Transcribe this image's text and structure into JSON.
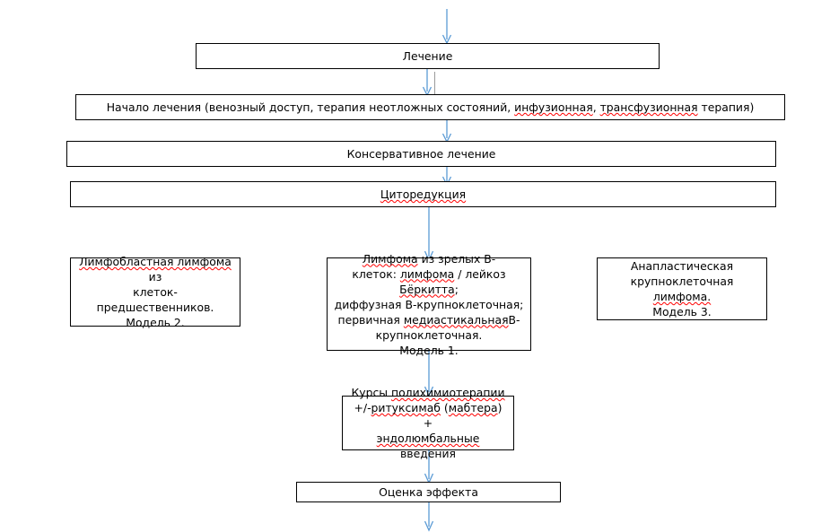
{
  "document": {
    "type": "flowchart",
    "language": "ru",
    "title_implicit": "Лечение — схема маршрутизации",
    "connector_color": "#5b9bd5",
    "box_border_color": "#000000",
    "spellcheck_underline_color": "#ff0000",
    "background": "#ffffff"
  },
  "nodes": {
    "treatment": {
      "label": "Лечение"
    },
    "start_treatment": {
      "prefix": "Начало лечения (венозный доступ, терапия неотложных состояний, ",
      "misspelled_1": "инфузионная",
      "middle": ", ",
      "misspelled_2": "трансфузионная",
      "suffix": " терапия)"
    },
    "conservative": {
      "label": "Консервативное лечение"
    },
    "cytoreduction": {
      "label": "Циторедукция"
    },
    "lymphoblastic": {
      "line1_misspelled": "Лимфобластная лимфома",
      "line1_rest": " из",
      "line2": "клеток-предшественников.",
      "line3": "Модель 2."
    },
    "mature_b": {
      "l1_misspelled": "Лимфома",
      "l1_rest": " из зрелых В-",
      "l2_pre": "клеток: ",
      "l2_m1": "лимфома",
      "l2_mid": " / лейкоз ",
      "l2_m2": "Бёркитта",
      "l2_post": ";",
      "l3": "диффузная В-крупноклеточная;",
      "l4_pre": "первичная ",
      "l4_m": "медиастикальная",
      "l4_post": "В-",
      "l5": "крупноклеточная.",
      "l6": "Модель 1."
    },
    "anaplastic": {
      "line1": "Анапластическая",
      "line2_pre": "крупноклеточная ",
      "line2_misspelled": "лимфома.",
      "line3": "Модель 3."
    },
    "chemotherapy": {
      "l1_pre": "Курсы ",
      "l1_m": "полихимиотерапии",
      "l2_pre": "+/-",
      "l2_m1": "ритуксимаб",
      "l2_mid": " (",
      "l2_m2": "мабтера",
      "l2_post": ") +",
      "l3_m": "эндолюмбальные",
      "l3_post": " введения"
    },
    "effect_evaluation": {
      "label": "Оценка эффекта"
    }
  },
  "connectors": [
    {
      "name": "into-treatment",
      "from": "above",
      "to": "treatment"
    },
    {
      "name": "treatment-to-start",
      "from": "treatment",
      "to": "start_treatment"
    },
    {
      "name": "start-to-conservative",
      "from": "start_treatment",
      "to": "conservative"
    },
    {
      "name": "conservative-to-cytoreduction",
      "from": "conservative",
      "to": "cytoreduction"
    },
    {
      "name": "cytoreduction-to-mature-b",
      "from": "cytoreduction",
      "to": "mature_b"
    },
    {
      "name": "mature-b-to-chemotherapy",
      "from": "mature_b",
      "to": "chemotherapy"
    },
    {
      "name": "chemotherapy-to-effect",
      "from": "chemotherapy",
      "to": "effect_evaluation"
    },
    {
      "name": "effect-out",
      "from": "effect_evaluation",
      "to": "below"
    }
  ]
}
